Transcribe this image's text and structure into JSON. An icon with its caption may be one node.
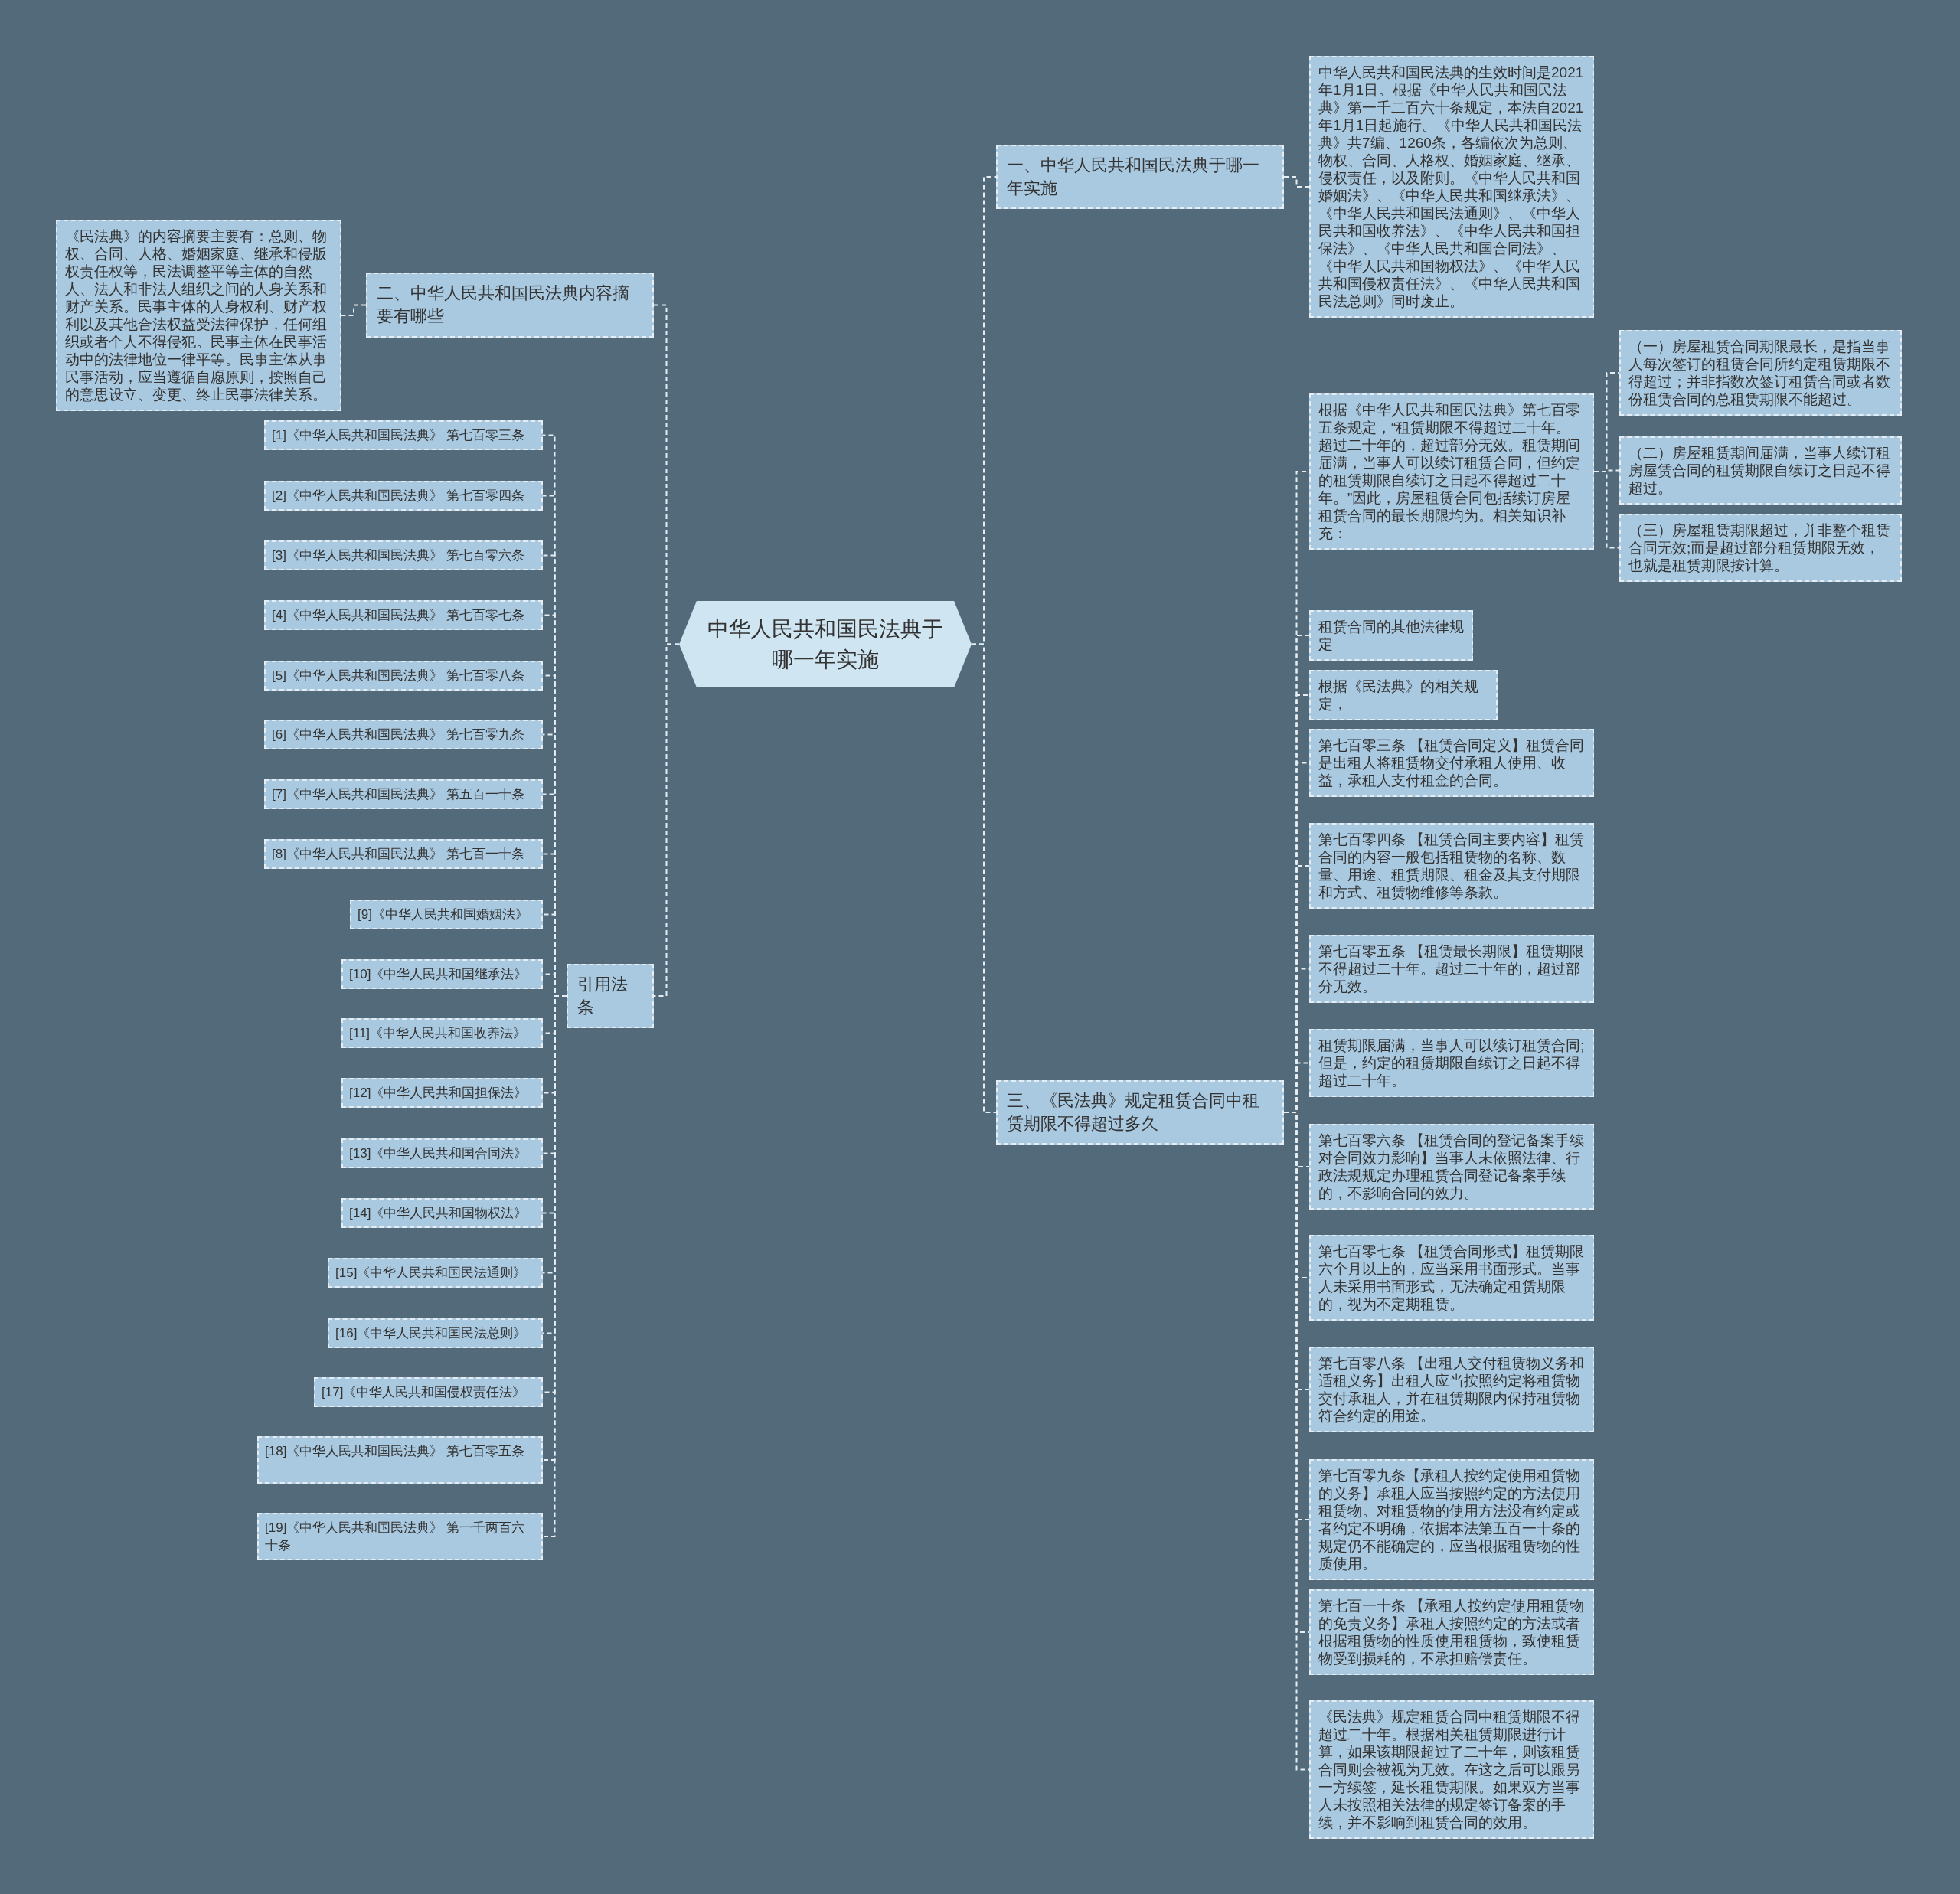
{
  "diagram": {
    "nodes": [
      {
        "text": [
          "中华人民共和国民法典于哪一年实施"
        ]
      },
      {
        "text": [
          "一、中华人民共和国民法典于哪一年实施"
        ]
      },
      {
        "text": [
          "中华人民共和国民法典的生效时间是2021年1月1日。根据《中华人民共和国民法典》第一千二百六十条规定，本法自2021年1月1日起施行。《中华人民共和国民法典》共7编、1260条，各编依次为总则、物权、合同、人格权、婚姻家庭、继承、侵权责任，以及附则。《中华人民共和国婚姻法》、《中华人民共和国继承法》、《中华人民共和国民法通则》、《中华人民共和国收养法》、《中华人民共和国担保法》、《中华人民共和国合同法》、《中华人民共和国物权法》、《中华人民共和国侵权责任法》、《中华人民共和国民法总则》同时废止。"
        ]
      },
      {
        "text": [
          "二、中华人民共和国民法典内容摘要有哪些"
        ]
      },
      {
        "text": [
          "《民法典》的内容摘要主要有：总则、物权、合同、人格、婚姻家庭、继承和侵版权责任权等，民法调整平等主体的自然人、法人和非法人组织之间的人身关系和财产关系。民事主体的人身权利、财产权利以及其他合法权益受法律保护，任何组织或者个人不得侵犯。民事主体在民事活动中的法律地位一律平等。民事主体从事民事活动，应当遵循自愿原则，按照自己的意思设立、变更、终止民事法律关系。"
        ]
      },
      {
        "text": [
          "引用法条"
        ]
      },
      {
        "text": [
          "[1]《中华人民共和国民法典》 第七百零三条"
        ]
      },
      {
        "text": [
          "[2]《中华人民共和国民法典》 第七百零四条"
        ]
      },
      {
        "text": [
          "[3]《中华人民共和国民法典》 第七百零六条"
        ]
      },
      {
        "text": [
          "[4]《中华人民共和国民法典》 第七百零七条"
        ]
      },
      {
        "text": [
          "[5]《中华人民共和国民法典》 第七百零八条"
        ]
      },
      {
        "text": [
          "[6]《中华人民共和国民法典》 第七百零九条"
        ]
      },
      {
        "text": [
          "[7]《中华人民共和国民法典》 第五百一十条"
        ]
      },
      {
        "text": [
          "[8]《中华人民共和国民法典》 第七百一十条"
        ]
      },
      {
        "text": [
          "[9]《中华人民共和国婚姻法》"
        ]
      },
      {
        "text": [
          "[10]《中华人民共和国继承法》"
        ]
      },
      {
        "text": [
          "[11]《中华人民共和国收养法》"
        ]
      },
      {
        "text": [
          "[12]《中华人民共和国担保法》"
        ]
      },
      {
        "text": [
          "[13]《中华人民共和国合同法》"
        ]
      },
      {
        "text": [
          "[14]《中华人民共和国物权法》"
        ]
      },
      {
        "text": [
          "[15]《中华人民共和国民法通则》"
        ]
      },
      {
        "text": [
          "[16]《中华人民共和国民法总则》"
        ]
      },
      {
        "text": [
          "[17]《中华人民共和国侵权责任法》"
        ]
      },
      {
        "text": [
          "[18]《中华人民共和国民法典》 第七百零五条"
        ]
      },
      {
        "text": [
          "[19]《中华人民共和国民法典》 第一千两百六十条"
        ]
      },
      {
        "text": [
          "三、《民法典》规定租赁合同中租赁期限不得超过多久"
        ]
      },
      {
        "text": [
          "根据《中华人民共和国民法典》第七百零五条规定，“租赁期限不得超过二十年。超过二十年的，超过部分无效。租赁期间届满，当事人可以续订租赁合同，但约定的租赁期限自续订之日起不得超过二十年。”因此，房屋租赁合同包括续订房屋租赁合同的最长期限均为。相关知识补充："
        ]
      },
      {
        "text": [
          "（一）房屋租赁合同期限最长，是指当事人每次签订的租赁合同所约定租赁期限不得超过；并非指数次签订租赁合同或者数份租赁合同的总租赁期限不能超过。"
        ]
      },
      {
        "text": [
          "（二）房屋租赁期间届满，当事人续订租房屋赁合同的租赁期限自续订之日起不得超过。"
        ]
      },
      {
        "text": [
          "（三）房屋租赁期限超过，并非整个租赁合同无效;而是超过部分租赁期限无效，也就是租赁期限按计算。"
        ]
      },
      {
        "text": [
          "租赁合同的其他法律规定"
        ]
      },
      {
        "text": [
          "根据《民法典》的相关规定，"
        ]
      },
      {
        "text": [
          "第七百零三条 【租赁合同定义】租赁合同是出租人将租赁物交付承租人使用、收益，承租人支付租金的合同。"
        ]
      },
      {
        "text": [
          "第七百零四条 【租赁合同主要内容】租赁合同的内容一般包括租赁物的名称、数量、用途、租赁期限、租金及其支付期限和方式、租赁物维修等条款。"
        ]
      },
      {
        "text": [
          "第七百零五条 【租赁最长期限】租赁期限不得超过二十年。超过二十年的，超过部分无效。"
        ]
      },
      {
        "text": [
          "租赁期限届满，当事人可以续订租赁合同;但是，约定的租赁期限自续订之日起不得超过二十年。"
        ]
      },
      {
        "text": [
          "第七百零六条 【租赁合同的登记备案手续对合同效力影响】当事人未依照法律、行政法规规定办理租赁合同登记备案手续的，不影响合同的效力。"
        ]
      },
      {
        "text": [
          "第七百零七条 【租赁合同形式】租赁期限六个月以上的，应当采用书面形式。当事人未采用书面形式，无法确定租赁期限的，视为不定期租赁。"
        ]
      },
      {
        "text": [
          "第七百零八条 【出租人交付租赁物义务和适租义务】出租人应当按照约定将租赁物交付承租人，并在租赁期限内保持租赁物符合约定的用途。"
        ]
      },
      {
        "text": [
          "第七百零九条【承租人按约定使用租赁物的义务】承租人应当按照约定的方法使用租赁物。对租赁物的使用方法没有约定或者约定不明确，依据本法第五百一十条的规定仍不能确定的，应当根据租赁物的性质使用。"
        ]
      },
      {
        "text": [
          "第七百一十条 【承租人按约定使用租赁物的免责义务】承租人按照约定的方法或者根据租赁物的性质使用租赁物，致使租赁物受到损耗的，不承担赔偿责任。"
        ]
      },
      {
        "text": [
          "《民法典》规定租赁合同中租赁期限不得超过二十年。根据相关租赁期限进行计算，如果该期限超过了二十年，则该租赁合同则会被视为无效。在这之后可以跟另一方续签，延长租赁期限。如果双方当事人未按照相关法律的规定签订备案的手续，并不影响到租赁合同的效用。"
        ]
      }
    ],
    "edges": [
      {
        "from": 0,
        "to": 1,
        "arrow": "none"
      },
      {
        "from": 1,
        "to": 2,
        "arrow": "none"
      },
      {
        "from": 0,
        "to": 3,
        "arrow": "none"
      },
      {
        "from": 3,
        "to": 4,
        "arrow": "none"
      },
      {
        "from": 0,
        "to": 5,
        "arrow": "none"
      },
      {
        "from": 5,
        "to": 6,
        "arrow": "none"
      },
      {
        "from": 5,
        "to": 7,
        "arrow": "none"
      },
      {
        "from": 5,
        "to": 8,
        "arrow": "none"
      },
      {
        "from": 5,
        "to": 9,
        "arrow": "none"
      },
      {
        "from": 5,
        "to": 10,
        "arrow": "none"
      },
      {
        "from": 5,
        "to": 11,
        "arrow": "none"
      },
      {
        "from": 5,
        "to": 12,
        "arrow": "none"
      },
      {
        "from": 5,
        "to": 13,
        "arrow": "none"
      },
      {
        "from": 5,
        "to": 14,
        "arrow": "none"
      },
      {
        "from": 5,
        "to": 15,
        "arrow": "none"
      },
      {
        "from": 5,
        "to": 16,
        "arrow": "none"
      },
      {
        "from": 5,
        "to": 17,
        "arrow": "none"
      },
      {
        "from": 5,
        "to": 18,
        "arrow": "none"
      },
      {
        "from": 5,
        "to": 19,
        "arrow": "none"
      },
      {
        "from": 5,
        "to": 20,
        "arrow": "none"
      },
      {
        "from": 5,
        "to": 21,
        "arrow": "none"
      },
      {
        "from": 5,
        "to": 22,
        "arrow": "none"
      },
      {
        "from": 5,
        "to": 23,
        "arrow": "none"
      },
      {
        "from": 5,
        "to": 24,
        "arrow": "none"
      },
      {
        "from": 0,
        "to": 25,
        "arrow": "none"
      },
      {
        "from": 25,
        "to": 26,
        "arrow": "none"
      },
      {
        "from": 26,
        "to": 27,
        "arrow": "none"
      },
      {
        "from": 26,
        "to": 28,
        "arrow": "none"
      },
      {
        "from": 26,
        "to": 29,
        "arrow": "none"
      },
      {
        "from": 25,
        "to": 30,
        "arrow": "none"
      },
      {
        "from": 25,
        "to": 31,
        "arrow": "none"
      },
      {
        "from": 25,
        "to": 32,
        "arrow": "none"
      },
      {
        "from": 25,
        "to": 33,
        "arrow": "none"
      },
      {
        "from": 25,
        "to": 34,
        "arrow": "none"
      },
      {
        "from": 25,
        "to": 35,
        "arrow": "none"
      },
      {
        "from": 25,
        "to": 36,
        "arrow": "none"
      },
      {
        "from": 25,
        "to": 37,
        "arrow": "none"
      },
      {
        "from": 25,
        "to": 38,
        "arrow": "none"
      },
      {
        "from": 25,
        "to": 39,
        "arrow": "none"
      },
      {
        "from": 25,
        "to": 40,
        "arrow": "none"
      },
      {
        "from": 25,
        "to": 41,
        "arrow": "none"
      }
    ]
  }
}
